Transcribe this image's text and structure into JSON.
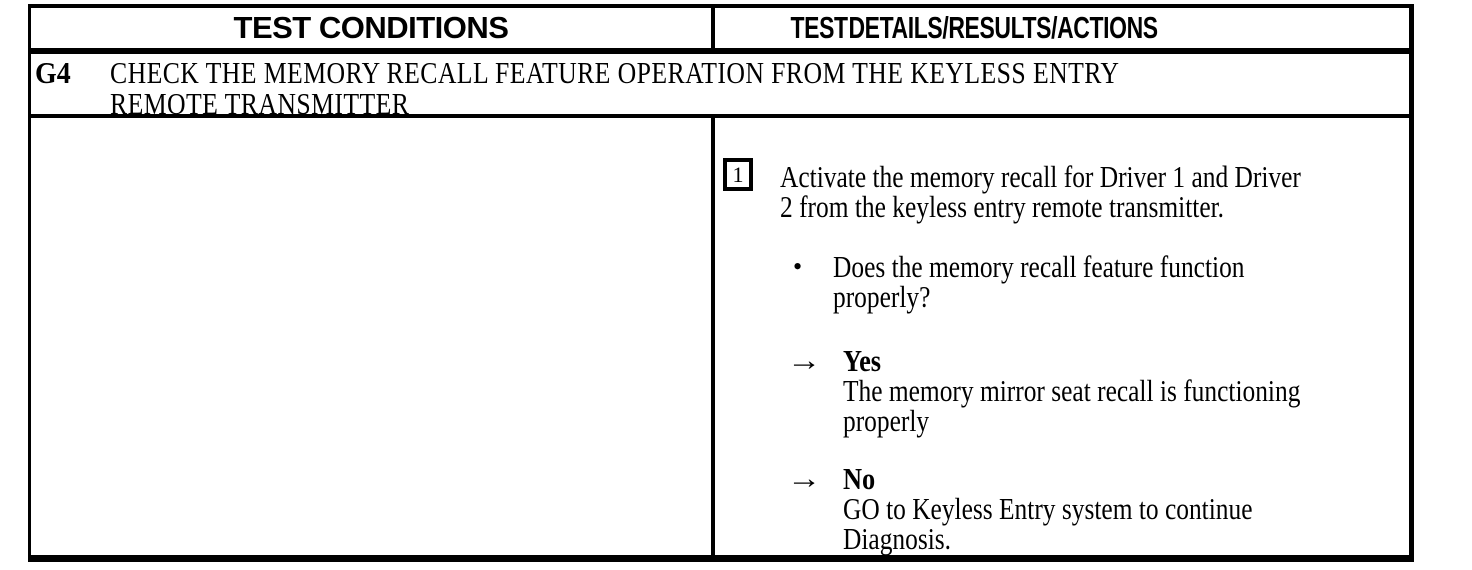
{
  "table": {
    "headers": {
      "left": "TEST CONDITIONS",
      "right": "TEST DETAILS/RESULTS/ACTIONS"
    },
    "test_step": {
      "code": "G4",
      "title_lines": [
        "CHECK THE MEMORY RECALL FEATURE OPERATION FROM THE KEYLESS ENTRY",
        "REMOTE TRANSMITTER"
      ]
    },
    "details": {
      "step_number": "1",
      "step_lines": [
        "Activate the memory recall for Driver 1 and Driver",
        "2 from the keyless entry remote transmitter."
      ],
      "bullet_glyph": "•",
      "arrow_glyph": "→",
      "question_lines": [
        "Does the memory recall feature function",
        "properly?"
      ],
      "yes": {
        "label": "Yes",
        "result_lines": [
          "The memory mirror seat recall is functioning",
          "properly"
        ]
      },
      "no": {
        "label": "No",
        "result_lines": [
          "GO to Keyless Entry system to continue",
          "Diagnosis."
        ]
      }
    },
    "colors": {
      "ink": "#000000",
      "paper": "#ffffff"
    }
  }
}
